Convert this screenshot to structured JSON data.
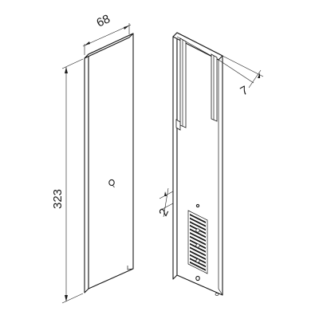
{
  "dimensions": {
    "width": "68",
    "height": "323",
    "depth": "7",
    "offset": "2"
  }
}
